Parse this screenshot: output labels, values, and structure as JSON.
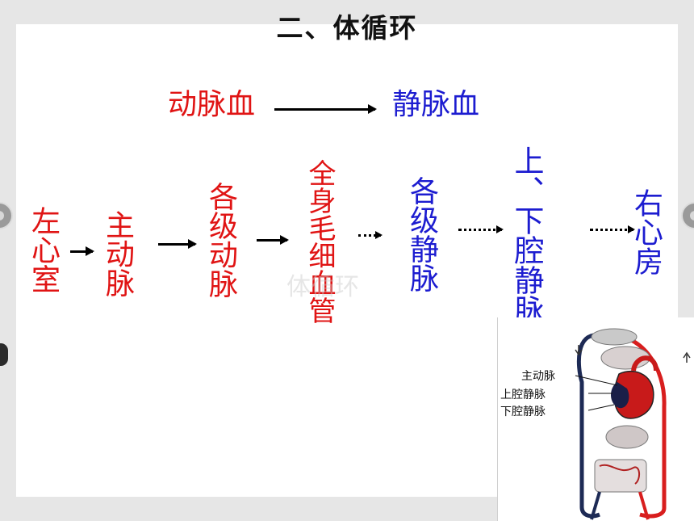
{
  "title": "二、体循环",
  "subtitle": {
    "arterial": "动脉血",
    "venous": "静脉血"
  },
  "chain": {
    "left_ventricle": "左心室",
    "aorta": "主动脉",
    "arteries": "各级动脉",
    "capillaries": "全身毛细血管",
    "veins": "各级静脉",
    "vena_cava": "上、下腔静脉",
    "right_atrium": "右心房"
  },
  "watermark": "体循环",
  "diagram": {
    "labels": {
      "aorta": "主动脉",
      "svc": "上腔静脉",
      "ivc": "下腔静脉"
    }
  },
  "colors": {
    "arterial": "#e01414",
    "venous": "#1c1cd0",
    "background": "#e6e6e6"
  }
}
